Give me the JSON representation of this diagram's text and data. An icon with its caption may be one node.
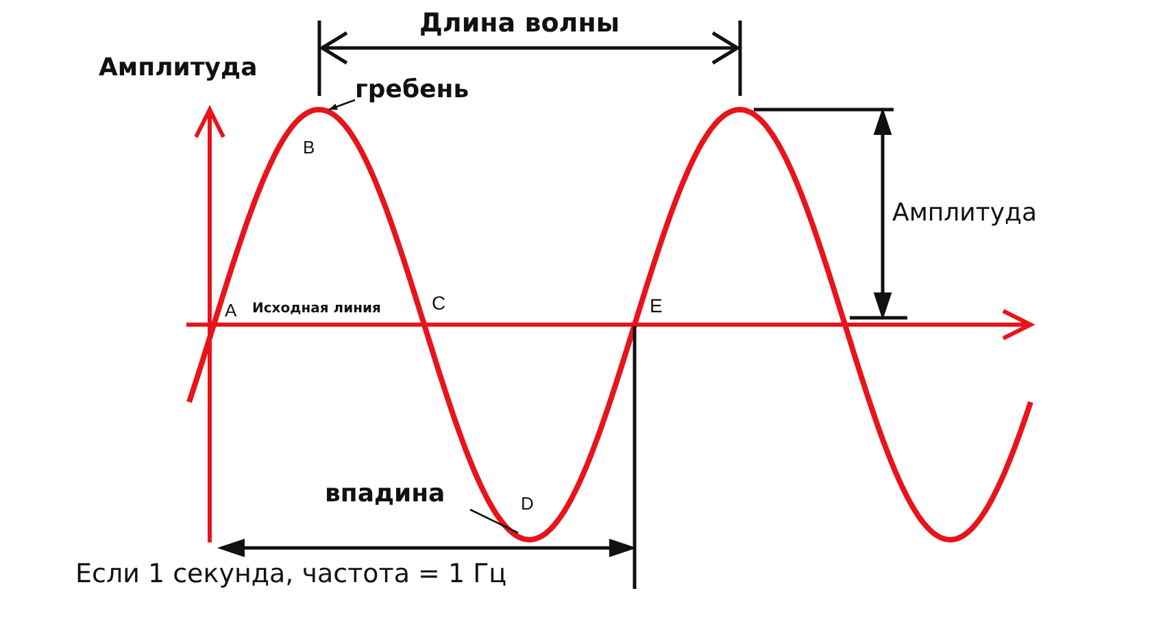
{
  "diagram": {
    "nodes": [
      {
        "text": [
          "гребень"
        ]
      },
      {
        "text": [
          "впадина"
        ]
      }
    ],
    "edges": [
      {
        "from": 0,
        "to": null,
        "arrow": "to"
      },
      {
        "from": 1,
        "to": null,
        "arrow": "none"
      }
    ],
    "labels": [
      "Длина волны",
      "Амплитуда",
      "B",
      "A",
      "Исходная линия",
      "C",
      "E",
      "Амплитуда",
      "D",
      "Если 1 секунда, частота = 1 Гц"
    ]
  }
}
